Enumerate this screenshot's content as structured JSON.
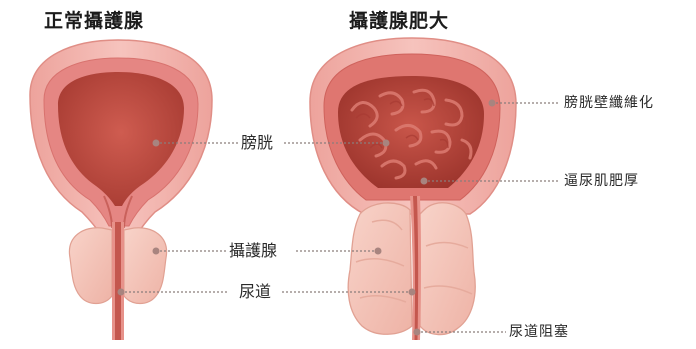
{
  "titles": {
    "normal": "正常攝護腺",
    "enlarged": "攝護腺肥大"
  },
  "labels": {
    "bladder": "膀胱",
    "prostate": "攝護腺",
    "urethra": "尿道",
    "bladder_wall_fibrosis": "膀胱壁纖維化",
    "detrusor_hypertrophy": "逼尿肌肥厚",
    "urethral_obstruction": "尿道阻塞"
  },
  "colors": {
    "outer_wall": "#f2b3ad",
    "muscle_layer": "#e37c7a",
    "lumen": "#c24f45",
    "prostate_normal": "#f3c2b6",
    "prostate_enlarged": "#f5cbbf",
    "urethra": "#c4574e",
    "pointer": "#8a7d7b"
  }
}
